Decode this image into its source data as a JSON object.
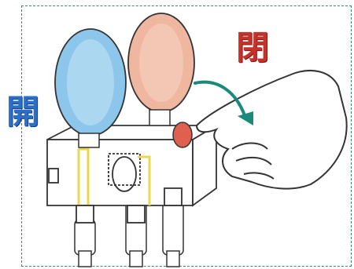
{
  "labels": {
    "close": "閉",
    "open": "開"
  },
  "colors": {
    "close_label": "#c8302a",
    "open_label": "#2a6ec8",
    "blue_gauge": "#8cc6ea",
    "red_gauge": "#efb6a0",
    "arrow": "#1a8a7a",
    "valve_knob": "#e06050",
    "frame_border": "#3a8a6a"
  },
  "illustration": {
    "subject": "manifold-gauge-with-hand-turning-valve",
    "icons": [
      "blue-gauge-icon",
      "red-gauge-icon",
      "rotation-arrow-icon",
      "hand-icon",
      "valve-knob-icon"
    ]
  }
}
